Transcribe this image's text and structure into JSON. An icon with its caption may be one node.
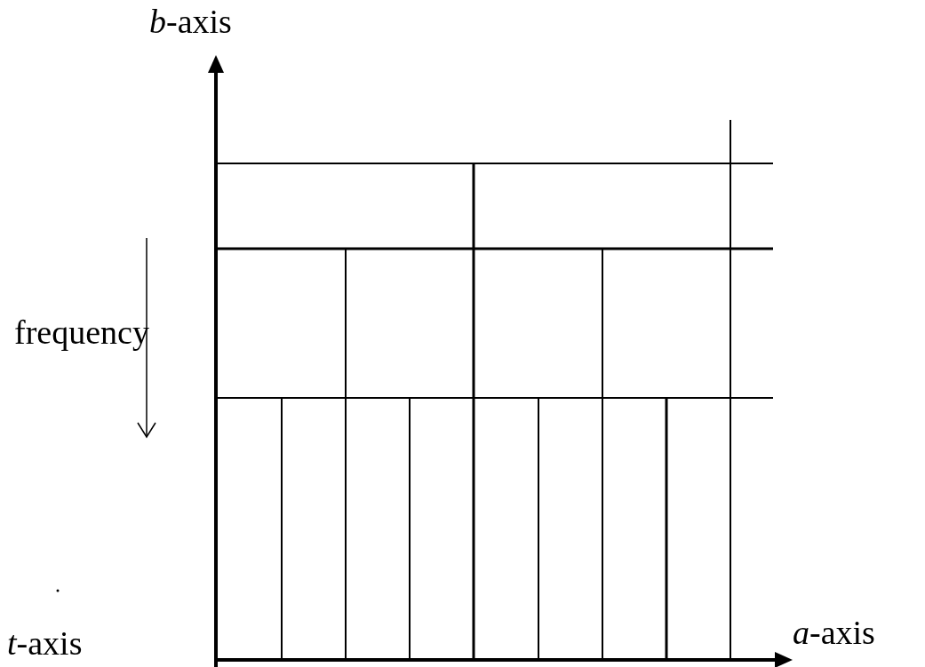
{
  "diagram": {
    "labels": [
      "*b*-axis",
      "frequency",
      "*t*-axis",
      "*a*-axis"
    ]
  }
}
